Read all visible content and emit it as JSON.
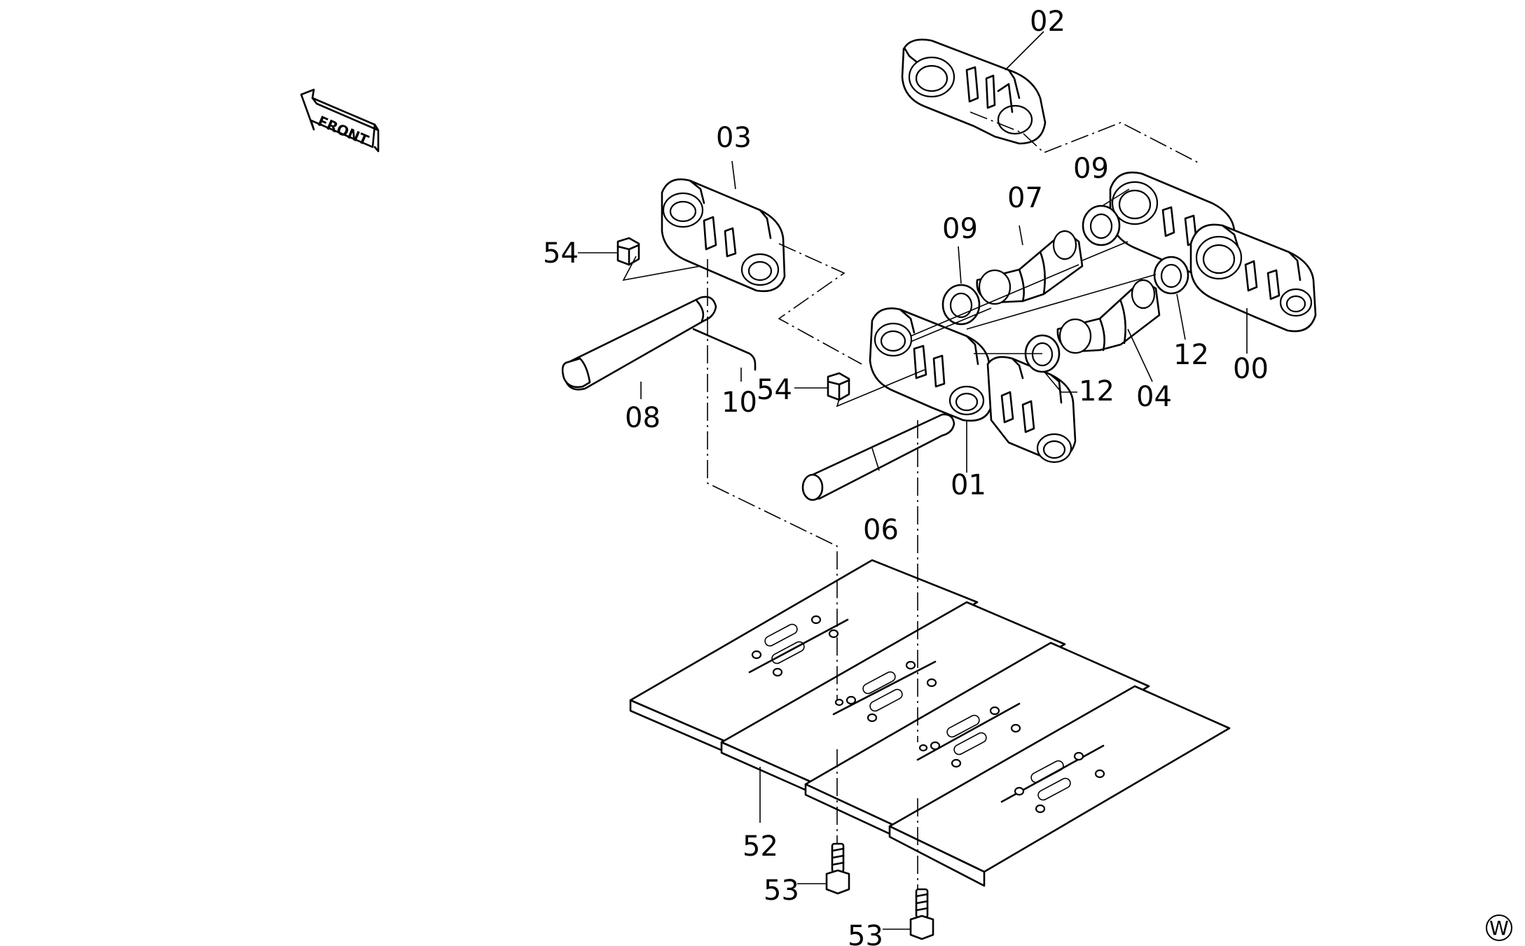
{
  "front_label": "FRONT",
  "corner_mark": "W",
  "labels": {
    "l00": "00",
    "l01": "01",
    "l02": "02",
    "l03": "03",
    "l04": "04",
    "l06": "06",
    "l07": "07",
    "l08": "08",
    "l09a": "09",
    "l09b": "09",
    "l10": "10",
    "l12a": "12",
    "l12b": "12",
    "l52": "52",
    "l53a": "53",
    "l53b": "53",
    "l54a": "54",
    "l54b": "54"
  }
}
